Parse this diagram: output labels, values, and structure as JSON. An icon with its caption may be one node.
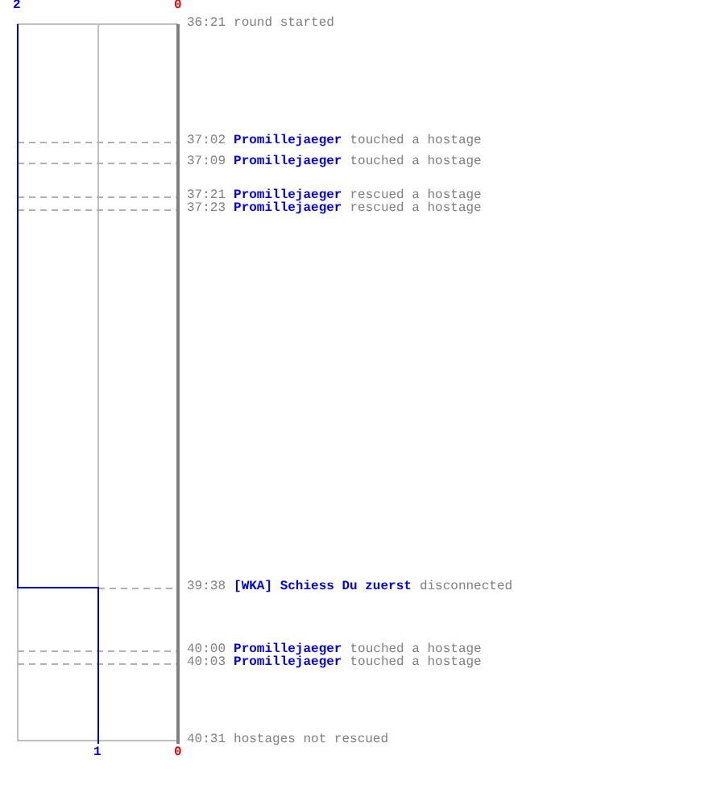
{
  "diagram": {
    "labels": [
      "2",
      "0",
      "36:21",
      "round started",
      "37:02",
      "Promillejaeger",
      "touched a hostage",
      "37:09",
      "Promillejaeger",
      "touched a hostage",
      "37:21",
      "Promillejaeger",
      "rescued a hostage",
      "37:23",
      "Promillejaeger",
      "rescued a hostage",
      "39:38",
      "[WKA] Schiess Du zuerst",
      "disconnected",
      "40:00",
      "Promillejaeger",
      "touched a hostage",
      "40:03",
      "Promillejaeger",
      "touched a hostage",
      "40:31",
      "hostages not rescued",
      "1",
      "0"
    ]
  }
}
